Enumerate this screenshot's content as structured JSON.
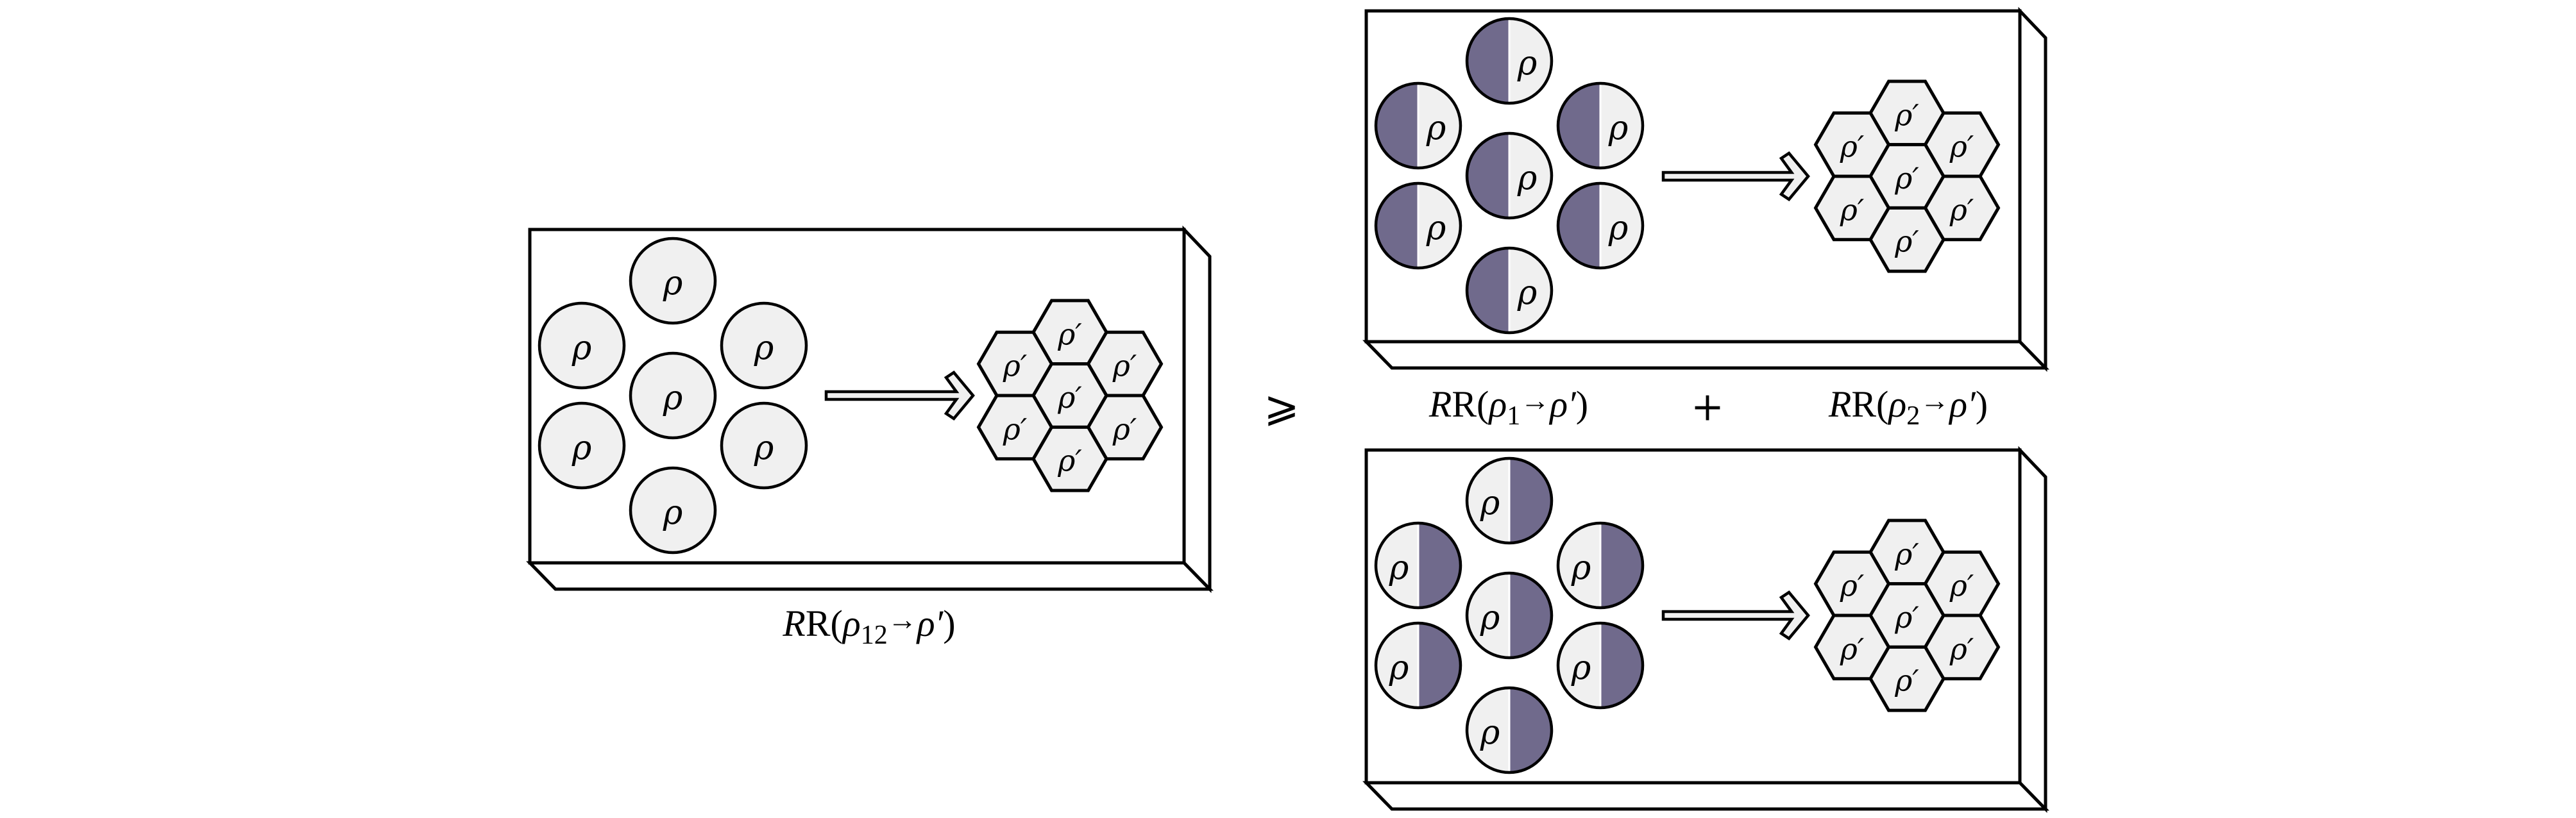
{
  "figure": {
    "description": "Resource-theory diagram: converting a state rho_12 to rho' compared with sum of conversions of marginals rho_1 and rho_2",
    "colors": {
      "particle_fill": "#f0f0f0",
      "highlight_half": "#706a8c",
      "outline": "#000000",
      "background": "#ffffff"
    },
    "operator": "⩾",
    "plus": "+",
    "panels": [
      {
        "id": "joint",
        "label": {
          "prefix": "R(",
          "rho": "ρ",
          "sub": "12",
          "arrow": "→",
          "target": "ρ′",
          "suffix": ")"
        },
        "input_symbol": "ρ",
        "input_count": 7,
        "shaded_half": "none",
        "output_symbol": "ρ′",
        "output_count": 7
      },
      {
        "id": "marginal-1",
        "label": {
          "prefix": "R(",
          "rho": "ρ",
          "sub": "1",
          "arrow": "→",
          "target": "ρ′",
          "suffix": ")"
        },
        "input_symbol": "ρ",
        "input_count": 7,
        "shaded_half": "left",
        "output_symbol": "ρ′",
        "output_count": 7
      },
      {
        "id": "marginal-2",
        "label": {
          "prefix": "R(",
          "rho": "ρ",
          "sub": "2",
          "arrow": "→",
          "target": "ρ′",
          "suffix": ")"
        },
        "input_symbol": "ρ",
        "input_count": 7,
        "shaded_half": "right",
        "output_symbol": "ρ′",
        "output_count": 7
      }
    ]
  }
}
